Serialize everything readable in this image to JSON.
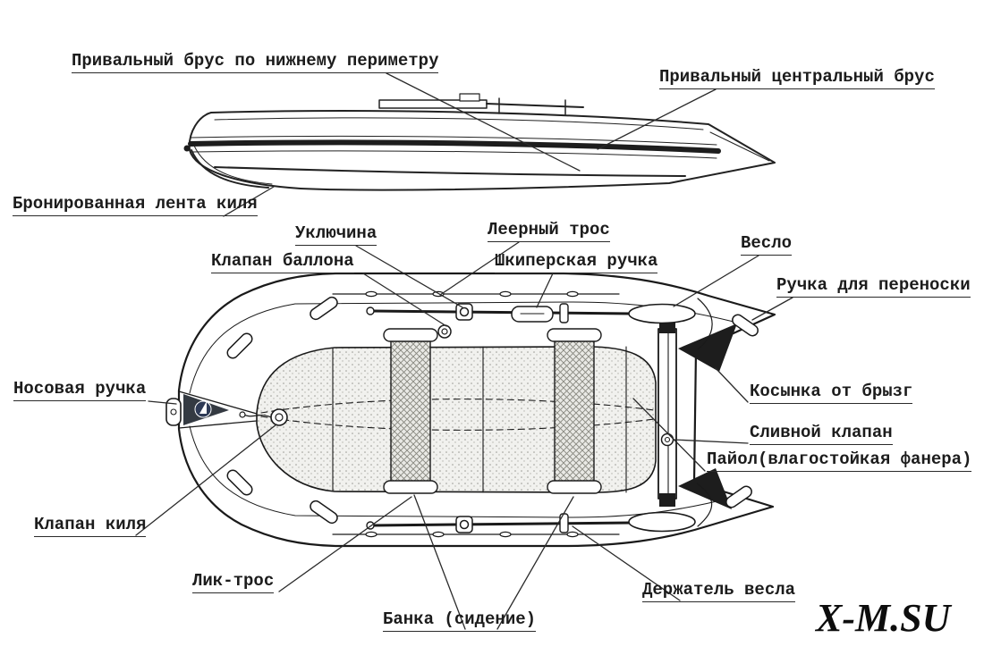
{
  "labels": {
    "rub_rail_bottom": "Привальный брус по нижнему периметру",
    "rub_rail_central": "Привальный центральный брус",
    "keel_armor_band": "Бронированная лента киля",
    "oarlock": "Уключина",
    "grab_rope": "Леерный трос",
    "tube_valve": "Клапан баллона",
    "skipper_handle": "Шкиперская ручка",
    "oar": "Весло",
    "carry_handle": "Ручка для переноски",
    "bow_handle": "Носовая ручка",
    "splash_guard": "Косынка от брызг",
    "drain_valve": "Сливной клапан",
    "floorboard": "Пайол(влагостойкая фанера)",
    "keel_valve": "Клапан киля",
    "lik_rope": "Лик-трос",
    "oar_holder": "Держатель весла",
    "seat": "Банка (сидение)"
  },
  "watermark": "X-M.SU",
  "colors": {
    "line": "#222222",
    "dark_fill": "#1d1d1d"
  }
}
